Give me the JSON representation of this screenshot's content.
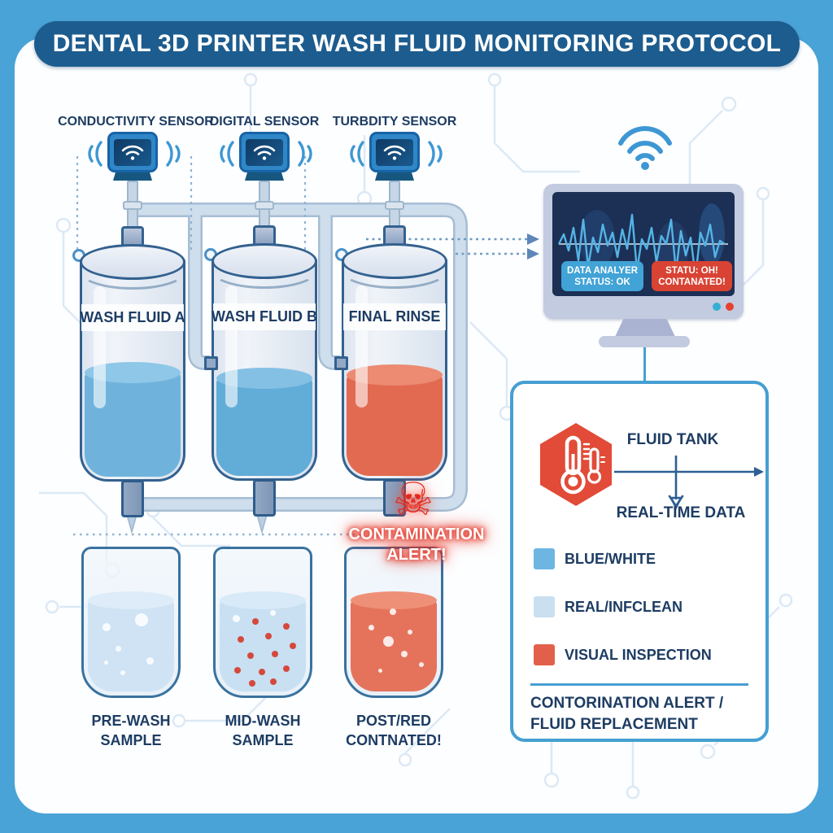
{
  "title": "DENTAL 3D PRINTER WASH FLUID MONITORING PROTOCOL",
  "sensors": [
    {
      "label": "CONDUCTIVITY SENSOR"
    },
    {
      "label": "DIGITAL SENSOR"
    },
    {
      "label": "TURBDITY SENSOR"
    }
  ],
  "tanks": [
    {
      "label": "WASH FLUID A",
      "fluid_color": "#6fb3dc",
      "fluid_top_color": "#8ec7e8"
    },
    {
      "label": "WASH FLUID B",
      "fluid_color": "#62acd8",
      "fluid_top_color": "#84c0e4"
    },
    {
      "label": "FINAL RINSE",
      "fluid_color": "#e26a50",
      "fluid_top_color": "#ec8a72"
    }
  ],
  "monitor": {
    "ok_badge": {
      "line1": "DATA ANALYER",
      "line2": "STATUS: OK",
      "color": "#41a3d6"
    },
    "alert_badge": {
      "line1": "STATU: OH!",
      "line2": "CONTANATED!",
      "color": "#d84334"
    }
  },
  "contamination_alert": {
    "line1": "CONTAMINATION",
    "line2": "ALERT!"
  },
  "samples": [
    {
      "line1": "PRE-WASH",
      "line2": "SAMPLE",
      "fluid_color": "#cfe3f4",
      "fluid_top_color": "#ddecf8"
    },
    {
      "line1": "MID-WASH",
      "line2": "SAMPLE",
      "fluid_color": "#c8e0f2",
      "fluid_top_color": "#d8e9f7"
    },
    {
      "line1": "POST/RED",
      "line2": "CONTNATED!",
      "fluid_color": "#e5735c",
      "fluid_top_color": "#ee9078"
    }
  ],
  "legend": {
    "node_label": "FLUID TANK",
    "flow_label": "REAL-TIME DATA",
    "items": [
      {
        "label": "BLUE/WHITE",
        "color": "#6db6e2"
      },
      {
        "label": "REAL/INFCLEAN",
        "color": "#cadff0"
      },
      {
        "label": "VISUAL INSPECTION",
        "color": "#e2604b"
      }
    ],
    "footer_line1": "CONTORINATION ALERT /",
    "footer_line2": "FLUID REPLACEMENT"
  },
  "colors": {
    "outer_background": "#4aa3d6",
    "banner": "#1d5c8e",
    "navy_text": "#1d3c63",
    "pipe": "#cfdeec",
    "alert_red": "#e5281b",
    "legend_border": "#459fd2",
    "monitor_screen": "#1c2f54"
  }
}
